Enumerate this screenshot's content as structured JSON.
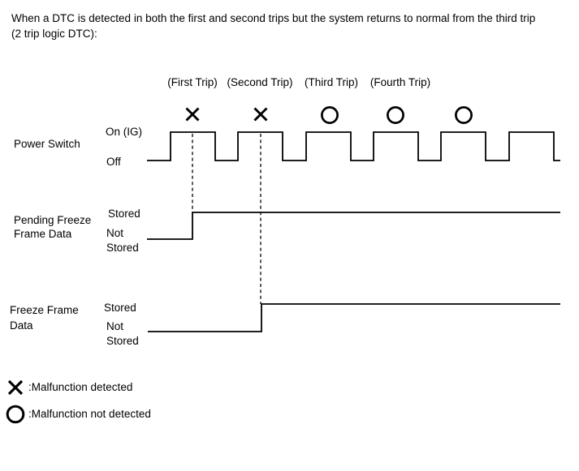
{
  "title": "When a DTC is detected in both the first and second trips but the system returns to normal from the third trip\n(2 trip logic DTC):",
  "trips": {
    "labels": [
      "(First Trip)",
      "(Second Trip)",
      "(Third Trip)",
      "(Fourth Trip)"
    ]
  },
  "marks": {
    "sequence": [
      "X",
      "X",
      "O",
      "O",
      "O"
    ],
    "x_meaning": "Malfunction detected",
    "o_meaning": "Malfunction not detected"
  },
  "sections": {
    "power_switch": {
      "label": "Power Switch",
      "high_label": "On (IG)",
      "low_label": "Off",
      "pulses": 6
    },
    "pending_freeze_frame_data": {
      "label": "Pending Freeze\nFrame Data",
      "high_label": "Stored",
      "low_label": "Not\nStored",
      "stored_from": "(First Trip)"
    },
    "freeze_frame_data": {
      "label": "Freeze Frame\nData",
      "high_label": "Stored",
      "low_label": "Not\nStored",
      "stored_from": "(Second Trip)"
    }
  },
  "legend": {
    "items": [
      {
        "symbol": "X",
        "label": ":Malfunction detected"
      },
      {
        "symbol": "O",
        "label": ":Malfunction not detected"
      }
    ]
  },
  "colors": {
    "ink": "#000000",
    "background": "#ffffff"
  }
}
